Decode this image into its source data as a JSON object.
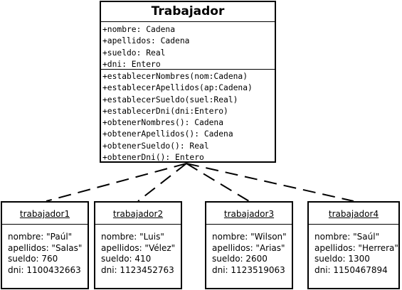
{
  "class": {
    "name": "Trabajador",
    "attributes": [
      "+nombre: Cadena",
      "+apellidos: Cadena",
      "+sueldo: Real",
      "+dni: Entero"
    ],
    "operations": [
      "+establecerNombres(nom:Cadena)",
      "+establecerApellidos(ap:Cadena)",
      "+establecerSueldo(suel:Real)",
      "+establecerDni(dni:Entero)",
      "+obtenerNombres(): Cadena",
      "+obtenerApellidos(): Cadena",
      "+obtenerSueldo(): Real",
      "+obtenerDni(): Entero"
    ]
  },
  "objects": [
    {
      "name": "trabajador1",
      "fields": [
        "nombre: \"Paúl\"",
        "apellidos: \"Salas\"",
        "sueldo: 760",
        "dni: 1100432663"
      ]
    },
    {
      "name": "trabajador2",
      "fields": [
        "nombre: \"Luis\"",
        "apellidos: \"Vélez\"",
        "sueldo: 410",
        "dni: 1123452763"
      ]
    },
    {
      "name": "trabajador3",
      "fields": [
        "nombre: \"Wilson\"",
        "apellidos: \"Arias\"",
        "sueldo: 2600",
        "dni: 1123519063"
      ]
    },
    {
      "name": "trabajador4",
      "fields": [
        "nombre: \"Saúl\"",
        "apellidos: \"Herrera\"",
        "sueldo: 1300",
        "dni: 1150467894"
      ]
    }
  ]
}
